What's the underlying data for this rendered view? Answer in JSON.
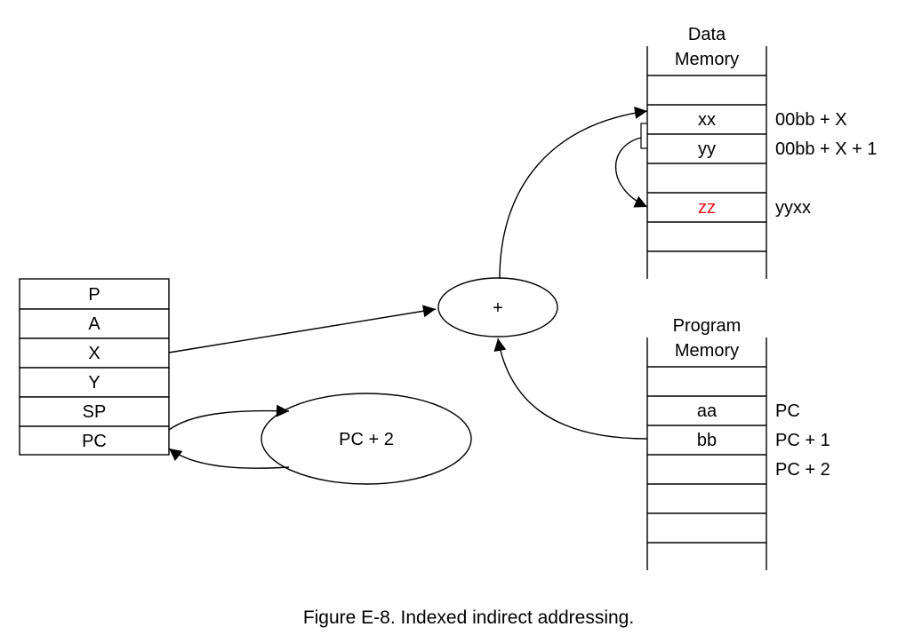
{
  "registers": [
    "P",
    "A",
    "X",
    "Y",
    "SP",
    "PC"
  ],
  "adder": {
    "label": "+"
  },
  "pc_increment": {
    "label": "PC + 2"
  },
  "data_memory": {
    "title_line1": "Data",
    "title_line2": "Memory",
    "cells": [
      "",
      "xx",
      "yy",
      "",
      "zz",
      "",
      ""
    ],
    "addresses": [
      "",
      "00bb + X",
      "00bb + X + 1",
      "",
      "yyxx",
      "",
      ""
    ],
    "highlight_color": "#e8141b"
  },
  "program_memory": {
    "title_line1": "Program",
    "title_line2": "Memory",
    "cells": [
      "",
      "aa",
      "bb",
      "",
      "",
      "",
      ""
    ],
    "addresses": [
      "",
      "PC",
      "PC + 1",
      "PC + 2",
      "",
      "",
      ""
    ]
  },
  "caption": "Figure E-8. Indexed indirect addressing."
}
